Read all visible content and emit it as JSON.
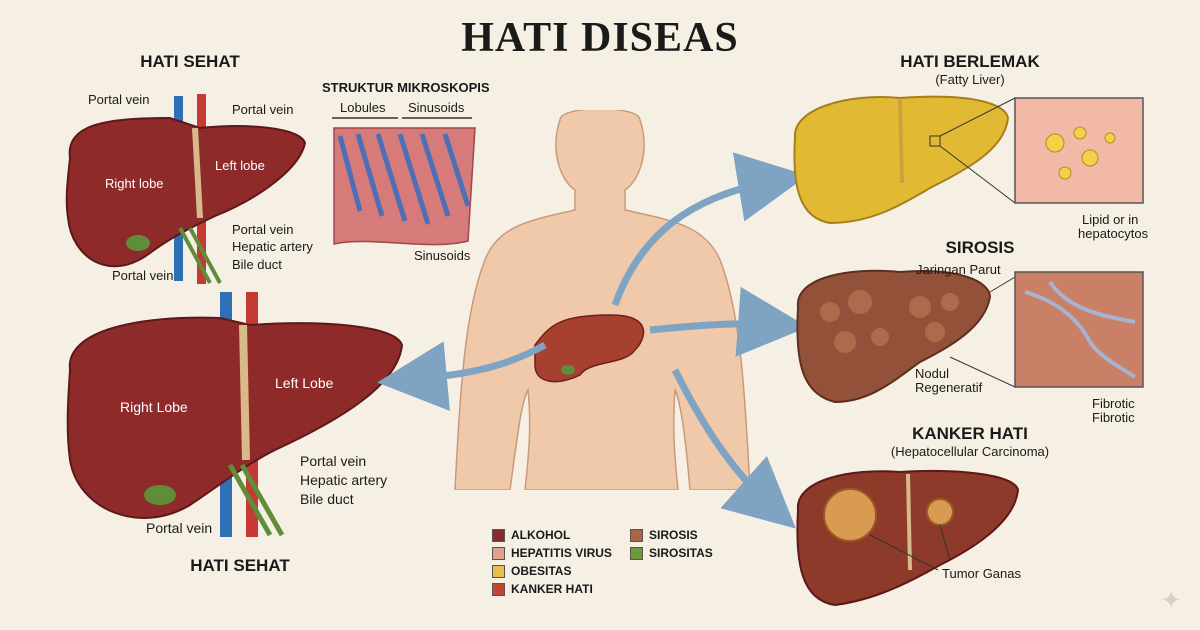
{
  "title": "HATI DISEAS",
  "healthy_top": {
    "heading": "HATI SEHAT",
    "labels": {
      "portal_vein_left": "Portal vein",
      "portal_vein_right": "Portal vein",
      "right_lobe": "Right lobe",
      "left_lobe": "Left lobe",
      "portal_vein_lower": "Portal vein",
      "hepatic_artery": "Hepatic artery",
      "bile_duct": "Bile duct",
      "portal_vein_bottom": "Portal vein"
    }
  },
  "microscopic": {
    "heading": "STRUKTUR MIKROSKOPIS",
    "lobules": "Lobules",
    "sinusoids_top": "Sinusoids",
    "sinusoids_bottom": "Sinusoids"
  },
  "healthy_bottom": {
    "heading": "HATI SEHAT",
    "labels": {
      "right_lobe": "Right Lobe",
      "left_lobe": "Left Lobe",
      "portal_vein": "Portal vein",
      "hepatic_artery": "Hepatic artery",
      "bile_duct": "Bile duct",
      "portal_vein_bottom": "Portal vein"
    }
  },
  "fatty": {
    "heading": "HATI BERLEMAK",
    "subheading": "(Fatty Liver)",
    "label_line1": "Lipid or in",
    "label_line2": "hepatocytos"
  },
  "cirrhosis": {
    "heading": "SIROSIS",
    "scar": "Jaringan Parut",
    "nodule_line1": "Nodul",
    "nodule_line2": "Regeneratif",
    "fibrotic_line1": "Fibrotic",
    "fibrotic_line2": "Fibrotic"
  },
  "cancer": {
    "heading": "KANKER HATI",
    "subheading": "(Hepatocellular Carcinoma)",
    "tumor": "Tumor Ganas"
  },
  "legend": {
    "left": [
      {
        "label": "ALKOHOL",
        "color": "#8b2a2a"
      },
      {
        "label": "HEPATITIS VIRUS",
        "color": "#e3a088"
      },
      {
        "label": "OBESITAS",
        "color": "#e6c04a"
      },
      {
        "label": "KANKER HATI",
        "color": "#c2452f"
      }
    ],
    "right": [
      {
        "label": "SIROSIS",
        "color": "#a8654a"
      },
      {
        "label": "SIROSITAS",
        "color": "#6e9a3e"
      }
    ]
  },
  "colors": {
    "liver": "#8e2a2a",
    "liver_dark": "#6e1d1d",
    "vein_blue": "#2f6fb5",
    "artery_red": "#c53a32",
    "gall_green": "#5f8d3a",
    "fat_yellow": "#e2b933",
    "cirrhosis_brown": "#94513a",
    "arrow_blue": "#7fa3c2",
    "skin": "#f0c9aa"
  },
  "icons": {
    "watermark": "sparkle-icon"
  }
}
